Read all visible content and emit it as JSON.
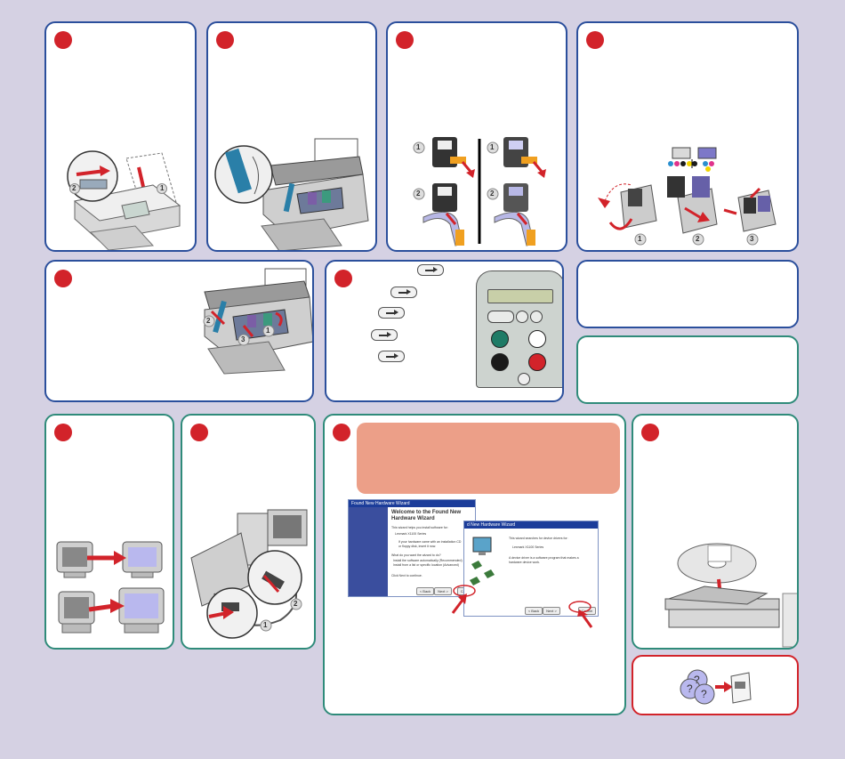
{
  "colors": {
    "background": "#d5d1e3",
    "panel_border_blue": "#2b4f9c",
    "panel_border_teal": "#2f8b7a",
    "panel_border_red": "#d2232a",
    "step_badge": "#d2232a",
    "banner": "#ec9f88"
  },
  "callouts": {
    "one": "1",
    "two": "2",
    "three": "3"
  },
  "wizard": {
    "left_window_title": "Found New Hardware Wizard",
    "left_heading_1": "Welcome to the Found New",
    "left_heading_2": "Hardware Wizard",
    "left_line_1": "This wizard helps you install software for:",
    "left_device": "Lexmark X1100 Series",
    "left_cd_1": "If your hardware came with an installation CD",
    "left_cd_2": "or floppy disk, insert it now.",
    "left_question": "What do you want the wizard to do?",
    "left_option_1": "Install the software automatically (Recommended)",
    "left_option_2": "Install from a list or specific location (Advanced)",
    "left_continue": "Click Next to continue.",
    "right_window_title": "d New Hardware Wizard",
    "right_line_1": "This wizard searches for device drivers for:",
    "right_device": "Lexmark X1100 Series",
    "right_line_2": "A device driver is a software program that makes a",
    "right_line_3": "hardware device work.",
    "back_label": "< Back",
    "next_label": "Next >",
    "cancel_label": "Cancel"
  }
}
